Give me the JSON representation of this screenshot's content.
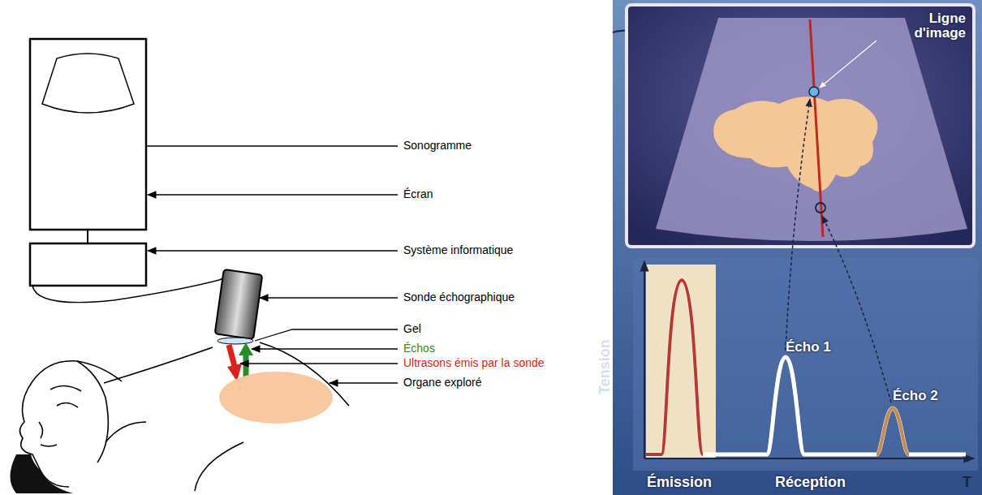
{
  "diagram": {
    "labels": [
      "Sonogramme",
      "Écran",
      "Système informatique",
      "Sonde échographique",
      "Gel",
      "Échos",
      "Ultrasons émis par la sonde",
      "Organe exploré",
      "Ligne d'image",
      "Tension",
      "Écho 1",
      "Écho 2",
      "Émission",
      "Réception",
      "T"
    ]
  }
}
